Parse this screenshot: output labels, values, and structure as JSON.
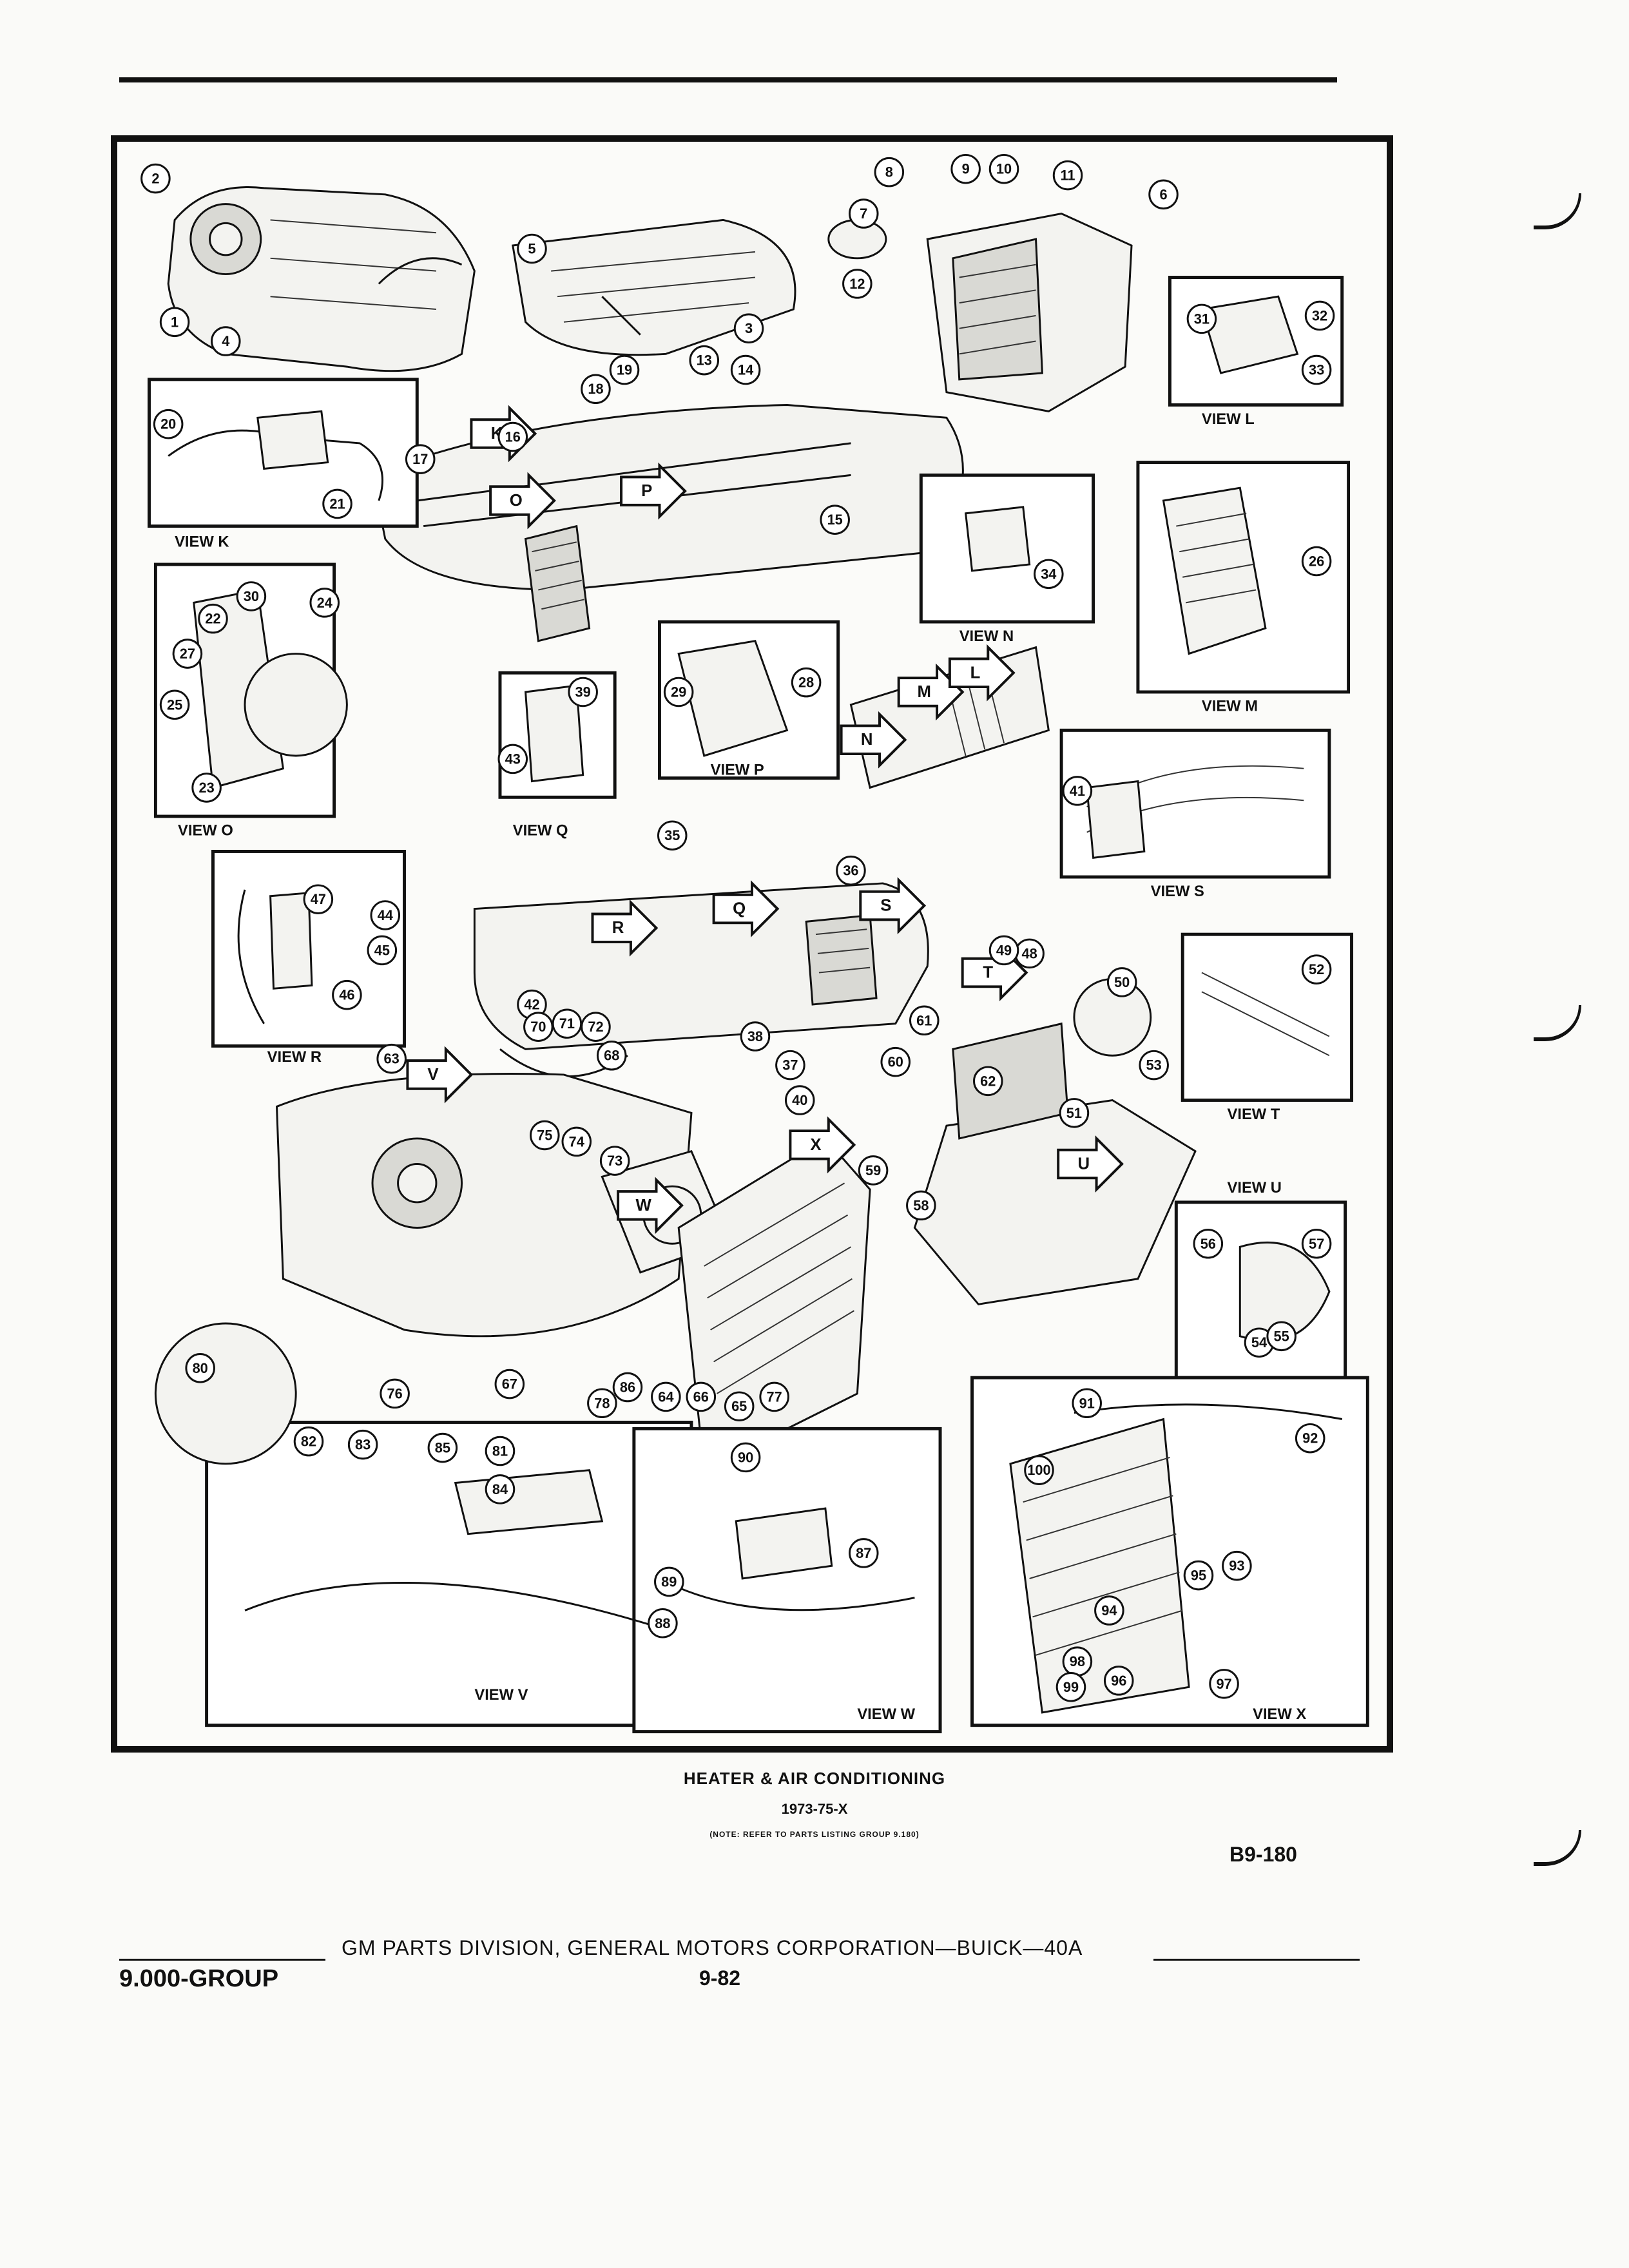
{
  "figure": {
    "title": "HEATER & AIR CONDITIONING",
    "model_years": "1973-75-X",
    "note": "(NOTE: REFER TO PARTS LISTING GROUP 9.180)",
    "figure_code": "B9-180"
  },
  "footer": {
    "group": "9.000-GROUP",
    "publisher": "GM PARTS DIVISION, GENERAL MOTORS CORPORATION—BUICK—40A",
    "page": "9-82"
  },
  "views": [
    "VIEW K",
    "VIEW L",
    "VIEW M",
    "VIEW N",
    "VIEW O",
    "VIEW P",
    "VIEW Q",
    "VIEW R",
    "VIEW S",
    "VIEW T",
    "VIEW U",
    "VIEW V",
    "VIEW W",
    "VIEW X"
  ],
  "view_arrows": [
    "K",
    "O",
    "P",
    "M",
    "L",
    "N",
    "R",
    "Q",
    "S",
    "T",
    "V",
    "W",
    "X",
    "U"
  ],
  "callouts": [
    "1",
    "2",
    "3",
    "4",
    "5",
    "6",
    "7",
    "8",
    "9",
    "10",
    "11",
    "12",
    "13",
    "14",
    "15",
    "16",
    "17",
    "18",
    "19",
    "20",
    "21",
    "22",
    "23",
    "24",
    "25",
    "26",
    "27",
    "28",
    "29",
    "30",
    "31",
    "32",
    "33",
    "34",
    "35",
    "36",
    "37",
    "38",
    "39",
    "40",
    "41",
    "42",
    "43",
    "44",
    "45",
    "46",
    "47",
    "48",
    "49",
    "50",
    "51",
    "52",
    "53",
    "54",
    "55",
    "56",
    "57",
    "58",
    "59",
    "60",
    "61",
    "62",
    "63",
    "64",
    "65",
    "66",
    "67",
    "68",
    "70",
    "71",
    "72",
    "73",
    "74",
    "75",
    "76",
    "77",
    "78",
    "80",
    "81",
    "82",
    "83",
    "84",
    "85",
    "86",
    "87",
    "88",
    "89",
    "90",
    "91",
    "92",
    "93",
    "94",
    "95",
    "96",
    "97",
    "98",
    "99",
    "100"
  ]
}
